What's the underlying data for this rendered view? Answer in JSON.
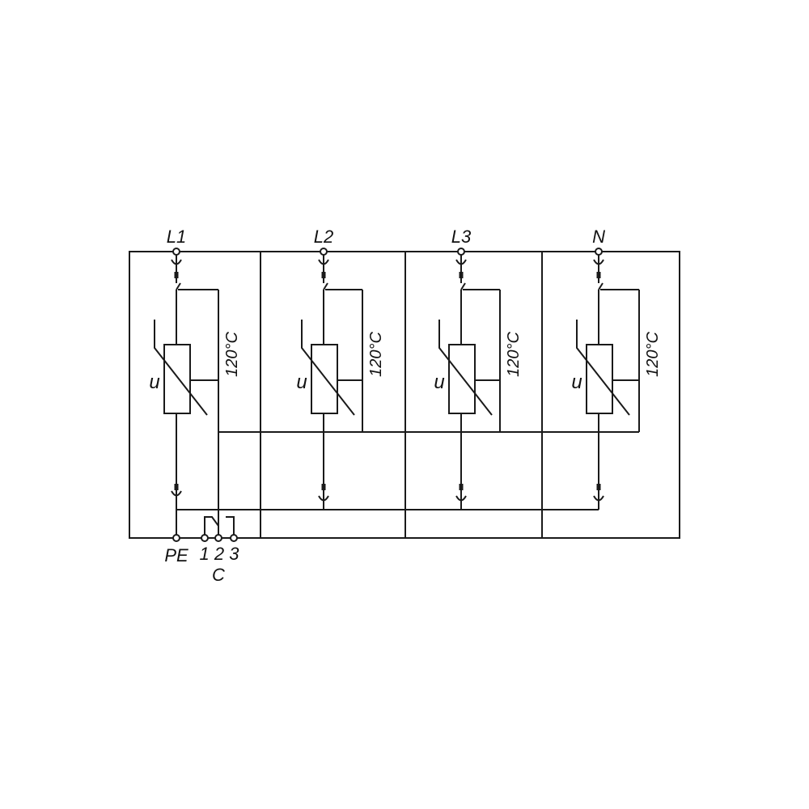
{
  "modules": [
    {
      "id": "L1",
      "terminal_label": "L1",
      "varistor_symbol": "u",
      "thermal_label": "120°C"
    },
    {
      "id": "L2",
      "terminal_label": "L2",
      "varistor_symbol": "u",
      "thermal_label": "120°C"
    },
    {
      "id": "L3",
      "terminal_label": "L3",
      "varistor_symbol": "u",
      "thermal_label": "120°C"
    },
    {
      "id": "N",
      "terminal_label": "N",
      "varistor_symbol": "u",
      "thermal_label": "120°C"
    }
  ],
  "bottom": {
    "pe_label": "PE",
    "contact_numbers": "1 2 3",
    "contact_group_label": "C"
  }
}
